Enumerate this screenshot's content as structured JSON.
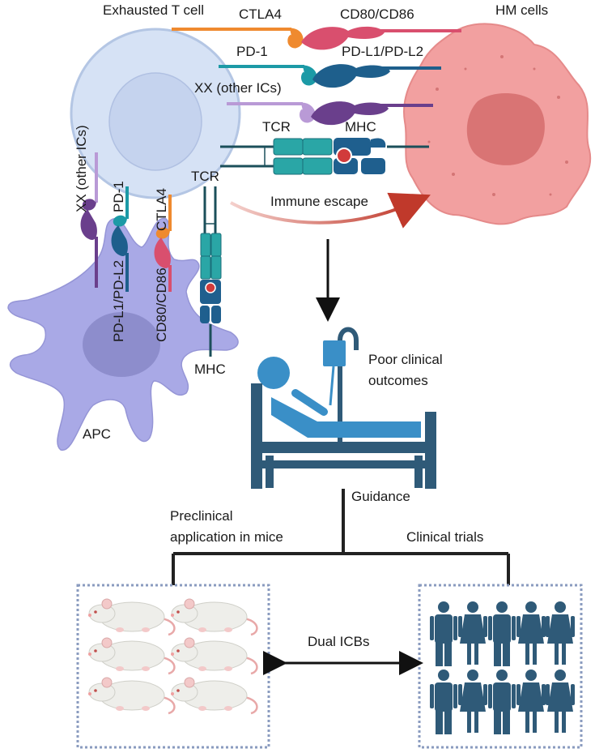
{
  "labels": {
    "exhausted_t_cell": "Exhausted T cell",
    "hm_cells": "HM cells",
    "apc": "APC",
    "immune_escape": "Immune escape",
    "poor_outcomes_line1": "Poor clinical",
    "poor_outcomes_line2": "outcomes",
    "guidance": "Guidance",
    "preclinical_line1": "Preclinical",
    "preclinical_line2": "application in mice",
    "clinical_trials": "Clinical trials",
    "dual_icbs": "Dual ICBs"
  },
  "t_cell_receptors": {
    "ctla4": "CTLA4",
    "cd80_cd86": "CD80/CD86",
    "pd1": "PD-1",
    "pdl1_pdl2": "PD-L1/PD-L2",
    "other_ics": "XX (other ICs)",
    "tcr": "TCR",
    "mhc": "MHC"
  },
  "apc_receptors": {
    "other_ics": "XX (other ICs)",
    "pd1": "PD-1",
    "ctla4": "CTLA4",
    "pdl1_pdl2": "PD-L1/PD-L2",
    "cd80_cd86": "CD80/CD86",
    "tcr": "TCR",
    "mhc": "MHC"
  },
  "colors": {
    "t_cell": "#d6e2f5",
    "hm_cell": "#f2a0a0",
    "apc": "#a9a9e6",
    "ctla4": "#ef8a2f",
    "cd80": "#d94f6e",
    "pd1": "#1c9aa6",
    "pdl1": "#1e5f8c",
    "other_ics": "#b99ad6",
    "other_ics_ligand": "#6a3f8c",
    "tcr": "#2aa6a6",
    "mhc": "#1f5f8e",
    "escape_arrow": "#c0392b",
    "person": "#2f5a78",
    "bed": "#2f5a78",
    "patient": "#3a8fc7"
  }
}
